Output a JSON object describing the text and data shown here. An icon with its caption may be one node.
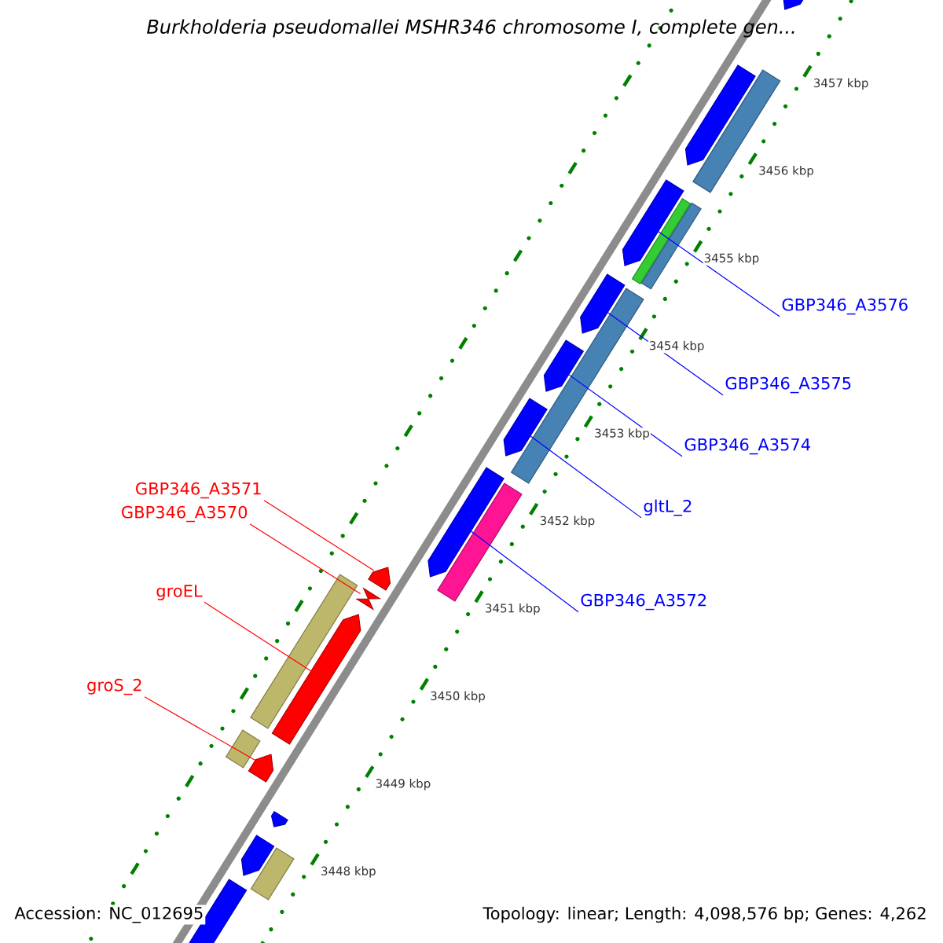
{
  "diagram": {
    "title": "*Burkholderia pseudomallei* MSHR346 chromosome I, complete gen...",
    "nodes": [
      {
        "text": [
          "GBP346_A3576"
        ]
      },
      {
        "text": [
          "GBP346_A3575"
        ]
      },
      {
        "text": [
          "GBP346_A3574"
        ]
      },
      {
        "text": [
          "gltL_2"
        ]
      },
      {
        "text": [
          "GBP346_A3572"
        ]
      },
      {
        "text": [
          "GBP346_A3571"
        ]
      },
      {
        "text": [
          "GBP346_A3570"
        ]
      },
      {
        "text": [
          "groEL"
        ]
      },
      {
        "text": [
          "groS_2"
        ]
      },
      {
        "text": [],
        "shape": "bar"
      },
      {
        "text": [],
        "shape": "bar"
      },
      {
        "text": [],
        "shape": "bar"
      },
      {
        "text": [],
        "shape": "bar"
      },
      {
        "text": [],
        "shape": "bar"
      },
      {
        "text": [],
        "shape": "bar"
      },
      {
        "text": [],
        "shape": "bar"
      },
      {
        "text": [],
        "shape": "bar"
      },
      {
        "text": [],
        "shape": "bar"
      },
      {
        "text": [],
        "shape": "bar"
      },
      {
        "text": [],
        "shape": "bar"
      },
      {
        "text": [],
        "shape": "bar"
      },
      {
        "text": [],
        "shape": "bar"
      },
      {
        "text": [],
        "shape": "bar"
      },
      {
        "text": [],
        "shape": "bowtie"
      },
      {
        "text": [],
        "shape": "bar"
      },
      {
        "text": [],
        "shape": "bar"
      },
      {
        "text": [],
        "shape": "bar"
      },
      {
        "text": [],
        "shape": "bar"
      },
      {
        "text": [],
        "shape": "bar"
      },
      {
        "text": [],
        "shape": "bar"
      },
      {
        "text": [],
        "shape": "bar"
      }
    ],
    "edges": [
      {
        "from": 0,
        "to": 12,
        "arrow": "none"
      },
      {
        "from": 1,
        "to": 15,
        "arrow": "none"
      },
      {
        "from": 2,
        "to": 17,
        "arrow": "none"
      },
      {
        "from": 3,
        "to": 18,
        "arrow": "none"
      },
      {
        "from": 4,
        "to": 19,
        "arrow": "none"
      },
      {
        "from": 5,
        "to": 21,
        "arrow": "none",
        "color": "#ff0000"
      },
      {
        "from": 6,
        "to": 23,
        "arrow": "none",
        "color": "#ff0000"
      },
      {
        "from": 7,
        "to": 24,
        "arrow": "none",
        "color": "#ff0000"
      },
      {
        "from": 8,
        "to": 26,
        "arrow": "none",
        "color": "#ff0000"
      }
    ],
    "labels": [
      "3457 kbp",
      "3456 kbp",
      "3455 kbp",
      "3454 kbp",
      "3453 kbp",
      "3452 kbp",
      "3451 kbp",
      "3450 kbp",
      "3449 kbp",
      "3448 kbp",
      "Accession: NC_012695",
      "Topology: linear; Length: 4,098,576 bp; Genes: 4,262"
    ]
  }
}
